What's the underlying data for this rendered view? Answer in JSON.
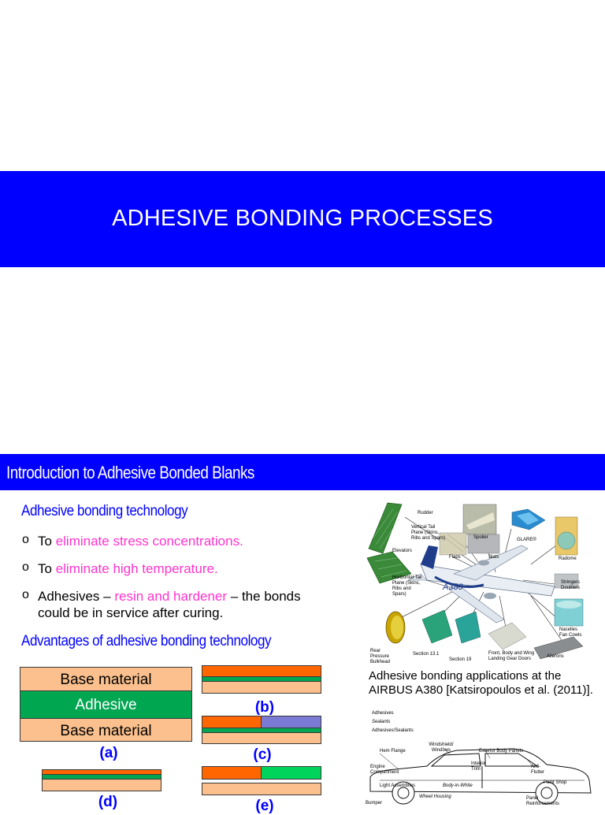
{
  "slide1": {
    "title": "ADHESIVE BONDING PROCESSES"
  },
  "slide2": {
    "header": "Introduction to Adhesive Bonded Blanks",
    "section1_heading": "Adhesive bonding technology",
    "bullets": [
      {
        "mark": "o",
        "pre": "To ",
        "highlight": "eliminate  stress  concentrations.",
        "post": ""
      },
      {
        "mark": "o",
        "pre": "To ",
        "highlight": "eliminate high temperature.",
        "post": ""
      },
      {
        "mark": "o",
        "pre": "Adhesives – ",
        "highlight": "resin and hardener",
        "post": " – the bonds",
        "line2": "could be in service after curing."
      }
    ],
    "section2_heading": "Advantages of adhesive bonding technology",
    "diagram_a": {
      "top": "Base material",
      "middle": "Adhesive",
      "bottom": "Base material",
      "label": "(a)"
    },
    "diagram_labels": {
      "b": "(b)",
      "c": "(c)",
      "d": "(d)",
      "e": "(e)"
    },
    "figure1": {
      "caption_line1": "Adhesive bonding applications at the",
      "caption_line2": "AIRBUS A380 [Katsiropoulos et al. (2011)].",
      "labels": {
        "rudder": "Rudder",
        "vtp": "Vertical Tail Plane (Skins, Ribs and Spars)",
        "spoiler": "Spoiler",
        "glare": "GLARE®",
        "elevators": "Elevators",
        "flaps": "Flaps",
        "slats": "Slats",
        "radome": "Radome",
        "htp": "Horizontal Tail Plane (Skins, Ribs and Spars)",
        "stringers": "Stringers Doublers",
        "bulkhead": "Rear Pressure Bulkhead",
        "sec131": "Section 13.1",
        "sec19": "Section 19",
        "gear": "Front, Body and Wing Landing Gear Doors",
        "ailerons": "Ailerons",
        "fairings": "Nacelles Fan Cowls",
        "plane_text": "A380"
      }
    },
    "figure2": {
      "legend": [
        "Adhesives",
        "Sealants",
        "Adhesives/Sealants"
      ],
      "labels": {
        "hem": "Hem Flange",
        "windshield": "Windshield/ Windows",
        "exterior": "Exterior Body Panels",
        "interior": "Interior Trim",
        "engine": "Engine Compartment",
        "anti": "Anti- Flutter",
        "light": "Light Assemblies",
        "biw": "Body-in-White",
        "paint": "Paint Shop",
        "wheel": "Wheel Housing",
        "bumper": "Bumper",
        "panel": "Panel Reinforcements"
      }
    },
    "colors": {
      "band": "#0000ff",
      "heading": "#0000ff",
      "highlight": "#ff33cc",
      "base_material": "#fbc08d",
      "adhesive": "#00a650",
      "orange": "#ff6600",
      "violet": "#7b7bd6"
    }
  }
}
